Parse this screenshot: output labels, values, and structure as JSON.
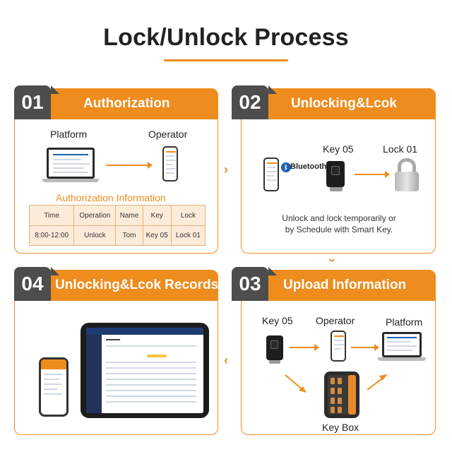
{
  "title": "Lock/Unlock Process",
  "steps": [
    {
      "num": "01",
      "title": "Authorization",
      "platform_label": "Platform",
      "operator_label": "Operator",
      "info_title": "Authorization Information",
      "table": {
        "headers": [
          "Time",
          "Operation",
          "Name",
          "Key",
          "Lock"
        ],
        "row": [
          "8:00-12:00",
          "Unlock",
          "Tom",
          "Key 05",
          "Lock 01"
        ]
      }
    },
    {
      "num": "02",
      "title": "Unlocking&Lcok",
      "bluetooth_label": "Bluetooth",
      "key_label": "Key 05",
      "lock_label": "Lock 01",
      "description_line1": "Unlock and lock temporarily or",
      "description_line2": "by Schedule with Smart Key."
    },
    {
      "num": "03",
      "title": "Upload Information",
      "key_label": "Key 05",
      "operator_label": "Operator",
      "platform_label": "Platform",
      "keybox_label": "Key Box"
    },
    {
      "num": "04",
      "title": "Unlocking&Lcok Records"
    }
  ],
  "colors": {
    "accent": "#ee8c1e",
    "number_badge": "#4d4d4d",
    "table_fill": "#fcebd9"
  }
}
